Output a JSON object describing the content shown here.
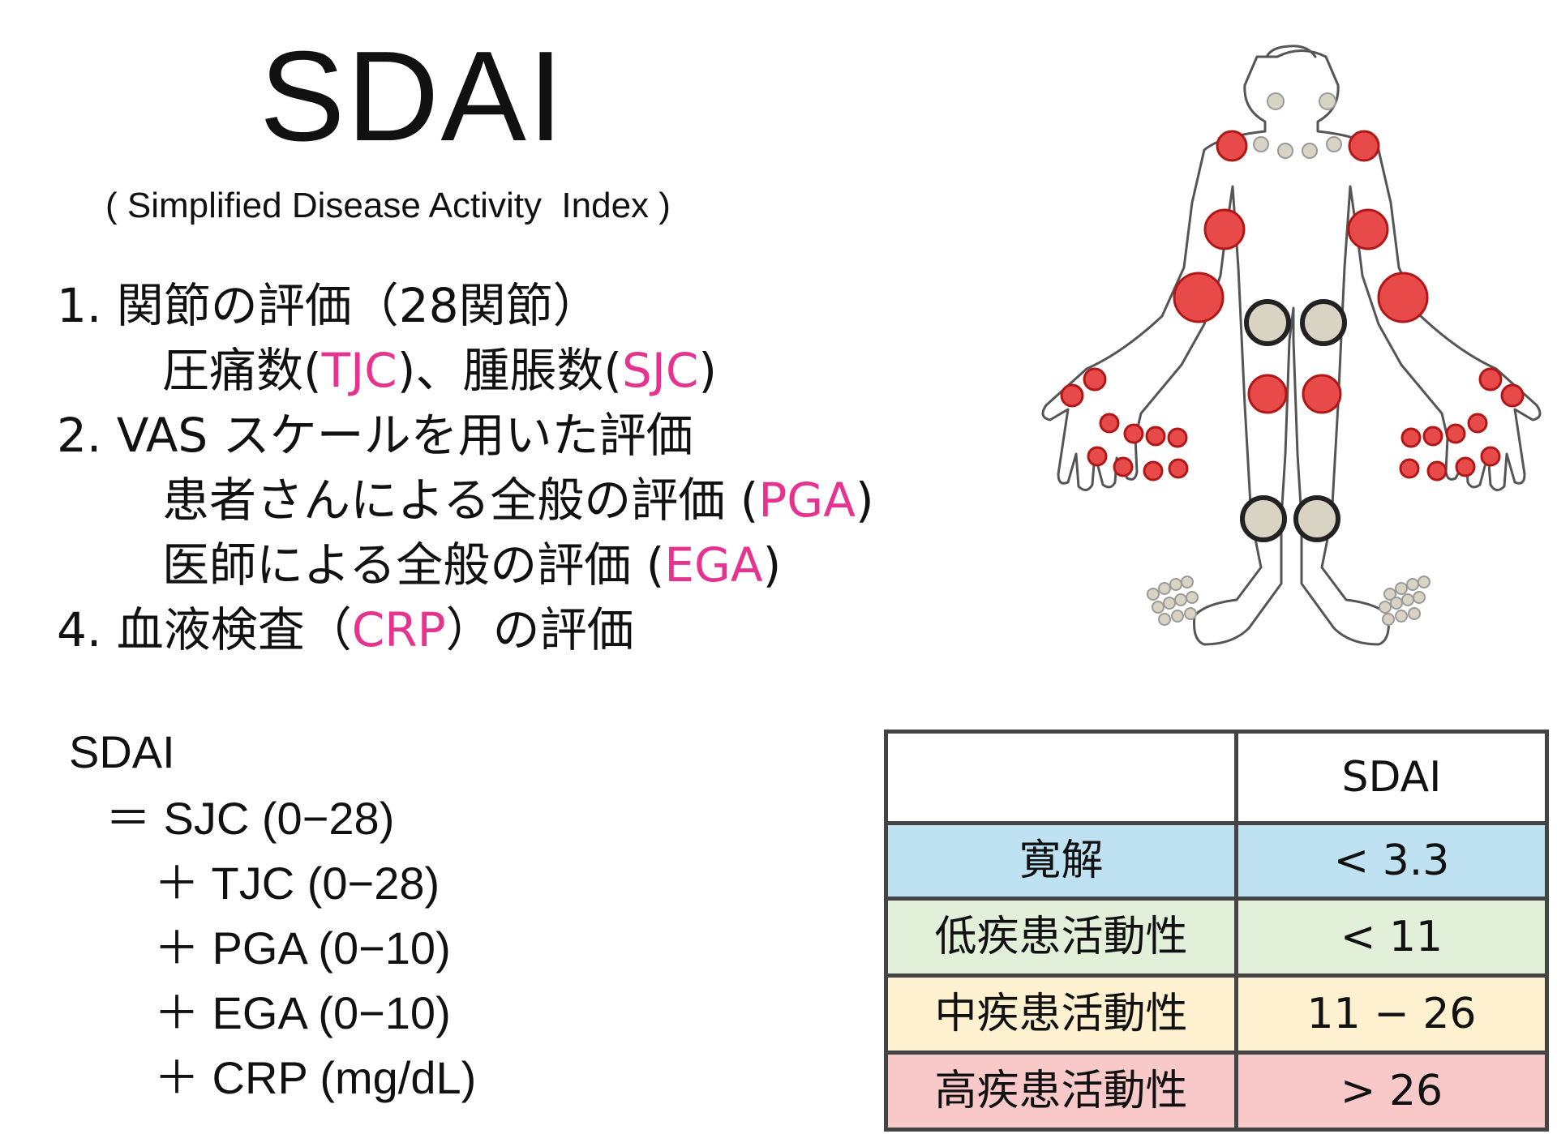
{
  "title": "SDAI",
  "subtitle": "( Simplified Disease Activity  Index )",
  "items": [
    {
      "prefix": "1. 関節の評価（28関節）"
    },
    {
      "pre": "圧痛数(",
      "abbr1": "TJC",
      "mid": ")、腫脹数(",
      "abbr2": "SJC",
      "post": ")"
    },
    {
      "prefix": "2. VAS スケールを用いた評価"
    },
    {
      "pre": "患者さんによる全般の評価 (",
      "abbr": "PGA",
      "post": ")"
    },
    {
      "pre": "医師による全般の評価 (",
      "abbr": "EGA",
      "post": ")"
    },
    {
      "pre": "4. 血液検査（",
      "abbr": "CRP",
      "post": "）の評価"
    }
  ],
  "formula": {
    "label": "SDAI",
    "lines": [
      "＝ SJC (0−28)",
      "＋ TJC (0−28)",
      "＋ PGA (0−10)",
      "＋ EGA (0−10)",
      "＋ CRP (mg/dL)"
    ]
  },
  "table": {
    "header": "SDAI",
    "rows": [
      {
        "label": "寛解",
        "value": "< 3.3"
      },
      {
        "label": "低疾患活動性",
        "value": "< 11"
      },
      {
        "label": "中疾患活動性",
        "value": "11 − 26"
      },
      {
        "label": "高疾患活動性",
        "value": "> 26"
      }
    ]
  },
  "colors": {
    "accent": "#e5338f",
    "swollen_joint": "#e84a4a",
    "neutral_joint": "#d8d3c2",
    "remission": "#bfe2f2",
    "low": "#e2efd9",
    "moderate": "#fdf1cf",
    "high": "#f9c9c9"
  }
}
